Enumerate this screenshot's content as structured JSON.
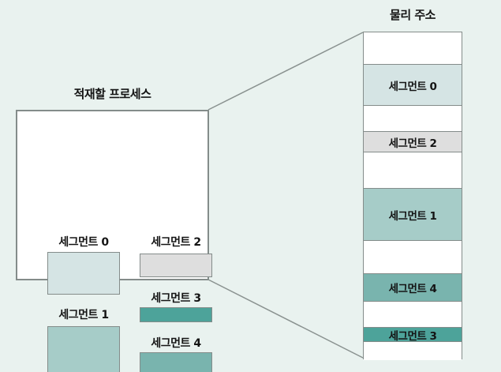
{
  "colors": {
    "background": "#e9f2ef",
    "panel_fill": "#ffffff",
    "border": "#848c8a",
    "connector_line": "#8a9290",
    "text": "#141414",
    "seg0": "#d5e4e4",
    "seg1": "#a6ccc8",
    "seg2": "#dedede",
    "seg3": "#4da39a",
    "seg4": "#79b4ae",
    "empty": "#ffffff"
  },
  "process_panel": {
    "title": "적재할 프로세스",
    "segments": [
      {
        "id": 0,
        "label": "세그먼트 0",
        "color_key": "seg0"
      },
      {
        "id": 1,
        "label": "세그먼트 1",
        "color_key": "seg1"
      },
      {
        "id": 2,
        "label": "세그먼트 2",
        "color_key": "seg2"
      },
      {
        "id": 3,
        "label": "세그먼트 3",
        "color_key": "seg3"
      },
      {
        "id": 4,
        "label": "세그먼트 4",
        "color_key": "seg4"
      }
    ]
  },
  "memory_panel": {
    "title": "물리 주소",
    "blocks": [
      {
        "label": "",
        "color_key": "empty",
        "height": 40
      },
      {
        "label": "세그먼트 0",
        "color_key": "seg0",
        "height": 52
      },
      {
        "label": "",
        "color_key": "empty",
        "height": 33
      },
      {
        "label": "세그먼트 2",
        "color_key": "seg2",
        "height": 26
      },
      {
        "label": "",
        "color_key": "empty",
        "height": 46
      },
      {
        "label": "세그먼트 1",
        "color_key": "seg1",
        "height": 66
      },
      {
        "label": "",
        "color_key": "empty",
        "height": 42
      },
      {
        "label": "세그먼트 4",
        "color_key": "seg4",
        "height": 35
      },
      {
        "label": "",
        "color_key": "empty",
        "height": 33
      },
      {
        "label": "세그먼트 3",
        "color_key": "seg3",
        "height": 18
      },
      {
        "label": "",
        "color_key": "empty",
        "height": 24
      }
    ]
  }
}
